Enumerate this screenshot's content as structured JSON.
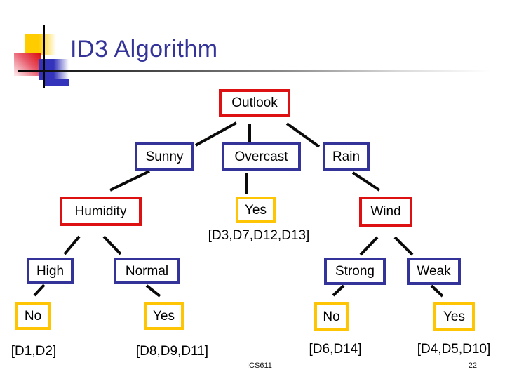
{
  "slide": {
    "title": "ID3 Algorithm",
    "footer": {
      "course": "ICS611",
      "page_number": "22"
    }
  },
  "colors": {
    "title_text": "#333399",
    "attribute_node_border": "#dd1111",
    "branch_node_border": "#333399",
    "leaf_node_border": "#fdc504",
    "connector_line": "#000000"
  },
  "tree": {
    "nodes": {
      "outlook": "Outlook",
      "sunny": "Sunny",
      "overcast": "Overcast",
      "rain": "Rain",
      "humidity": "Humidity",
      "overcast_leaf": "Yes",
      "wind": "Wind",
      "high": "High",
      "normal": "Normal",
      "strong": "Strong",
      "weak": "Weak",
      "high_leaf": "No",
      "normal_leaf": "Yes",
      "strong_leaf": "No",
      "weak_leaf": "Yes"
    },
    "example_sets": {
      "overcast_leaf": "[D3,D7,D12,D13]",
      "high_leaf": "[D1,D2]",
      "normal_leaf": "[D8,D9,D11]",
      "strong_leaf": "[D6,D14]",
      "weak_leaf": "[D4,D5,D10]"
    }
  }
}
